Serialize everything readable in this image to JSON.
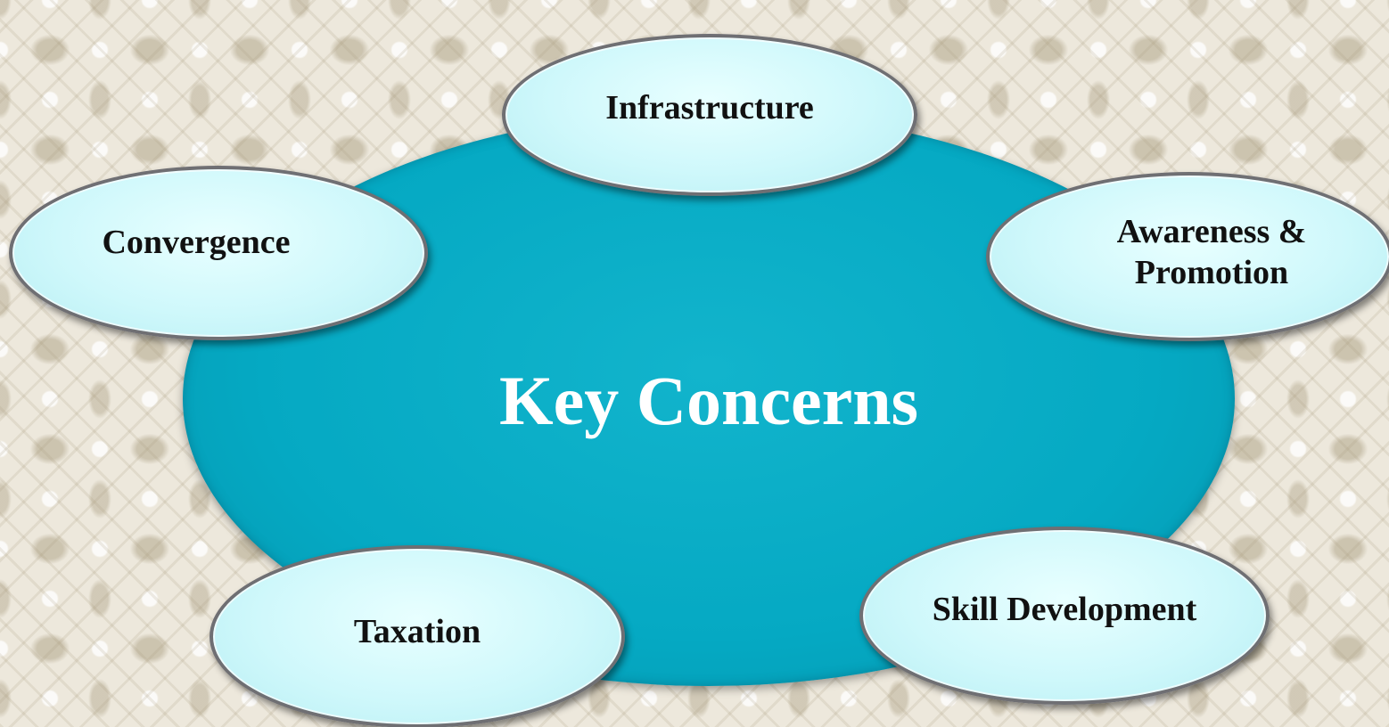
{
  "diagram": {
    "center": {
      "title": "Key Concerns",
      "color": "#05a9c3"
    },
    "nodes": [
      {
        "id": "infrastructure",
        "label": "Infrastructure"
      },
      {
        "id": "convergence",
        "label": "Convergence"
      },
      {
        "id": "awareness",
        "label": "Awareness &\nPromotion"
      },
      {
        "id": "taxation",
        "label": "Taxation"
      },
      {
        "id": "skill",
        "label": "Skill Development"
      }
    ],
    "node_fill_color": "#cff8fb",
    "background_color": "#ede8dc"
  }
}
